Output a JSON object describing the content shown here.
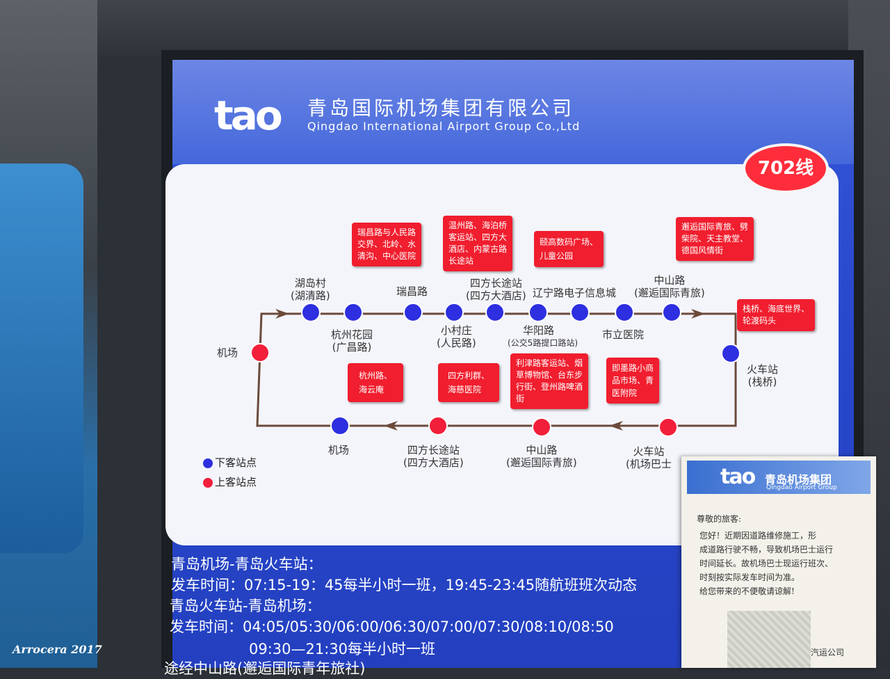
{
  "company": {
    "logo_text": "tao",
    "name_cn": "青岛国际机场集团有限公司",
    "name_en": "Qingdao International Airport Group Co.,Ltd"
  },
  "route": {
    "line_badge": "702线",
    "colors": {
      "drop_off": "#2d2fe0",
      "pick_up": "#f21f3a",
      "callout": "#f01e2e"
    },
    "stops": {
      "airport_start": "机场",
      "huidaocun": "湖岛村\n(湖清路)",
      "hangzhou_garden": "杭州花园\n(广昌路)",
      "ruichang": "瑞昌路",
      "xiaocunzhuang": "小村庄\n(人民路)",
      "sifang_top": "四方长途站\n(四方大酒店)",
      "huayang": "华阳路",
      "huayang_note": "(公交5路提口路站)",
      "liaoning": "辽宁路电子信息城",
      "city_hospital": "市立医院",
      "zhongshan_top": "中山路\n(邂逅国际青旅)",
      "train_station_right": "火车站\n(栈桥)",
      "train_station_bottom": "火车站\n(机场巴士",
      "zhongshan_bottom": "中山路\n(邂逅国际青旅)",
      "sifang_bottom": "四方长途站\n(四方大酒店)",
      "airport_end": "机场"
    },
    "callouts": {
      "ruichang": "瑞昌路与人民路\n交界、北岭、水\n清沟、中心医院",
      "sifang": "温州路、海泊桥\n客运站、四方大\n酒店、内蒙古路\n长途站",
      "liaoning": "颐高数码广场、\n儿童公园",
      "zhongshan": "邂逅国际青旅、劈\n柴院、天主教堂、\n德国风情街",
      "train": "栈桥、海底世界、\n轮渡码头",
      "hangzhou": "杭州路、\n海云庵",
      "xiaocun": "四方利群、\n海慈医院",
      "huayang": "利津路客运站、烟\n草博物馆、台东步\n行街、登州路啤酒\n街",
      "hospital": "即墨路小商\n品市场、青\n医附院"
    },
    "legend": {
      "drop_off": "下客站点",
      "pick_up": "上客站点"
    }
  },
  "schedule": {
    "dir1_title": "青岛机场-青岛火车站：",
    "dir1_times": "发车时间：07:15-19：45每半小时一班，19:45-23:45随航班班次动态",
    "dir2_title": "青岛火车站-青岛机场：",
    "dir2_times": "发车时间：04:05/05:30/06:00/06:30/07:00/07:30/08:10/08:50",
    "dir2_times_cont": "09:30—21:30每半小时一班",
    "partial_line": "途经中山路(邂逅国际青年旅社)"
  },
  "notice": {
    "logo_text": "tao",
    "brand_cn": "青岛机场集团",
    "brand_en": "Qingdao Airport Group",
    "greeting": "尊敬的旅客:",
    "body": "您好！近期因道路维修施工，形\n成道路行驶不畅，导致机场巴士运行\n时间延长。故机场巴士现运行班次、\n时刻按实际发车时间为准。\n给您带来的不便敬请谅解!",
    "signature": "汽运公司"
  },
  "watermark": "Arrocera 2017"
}
